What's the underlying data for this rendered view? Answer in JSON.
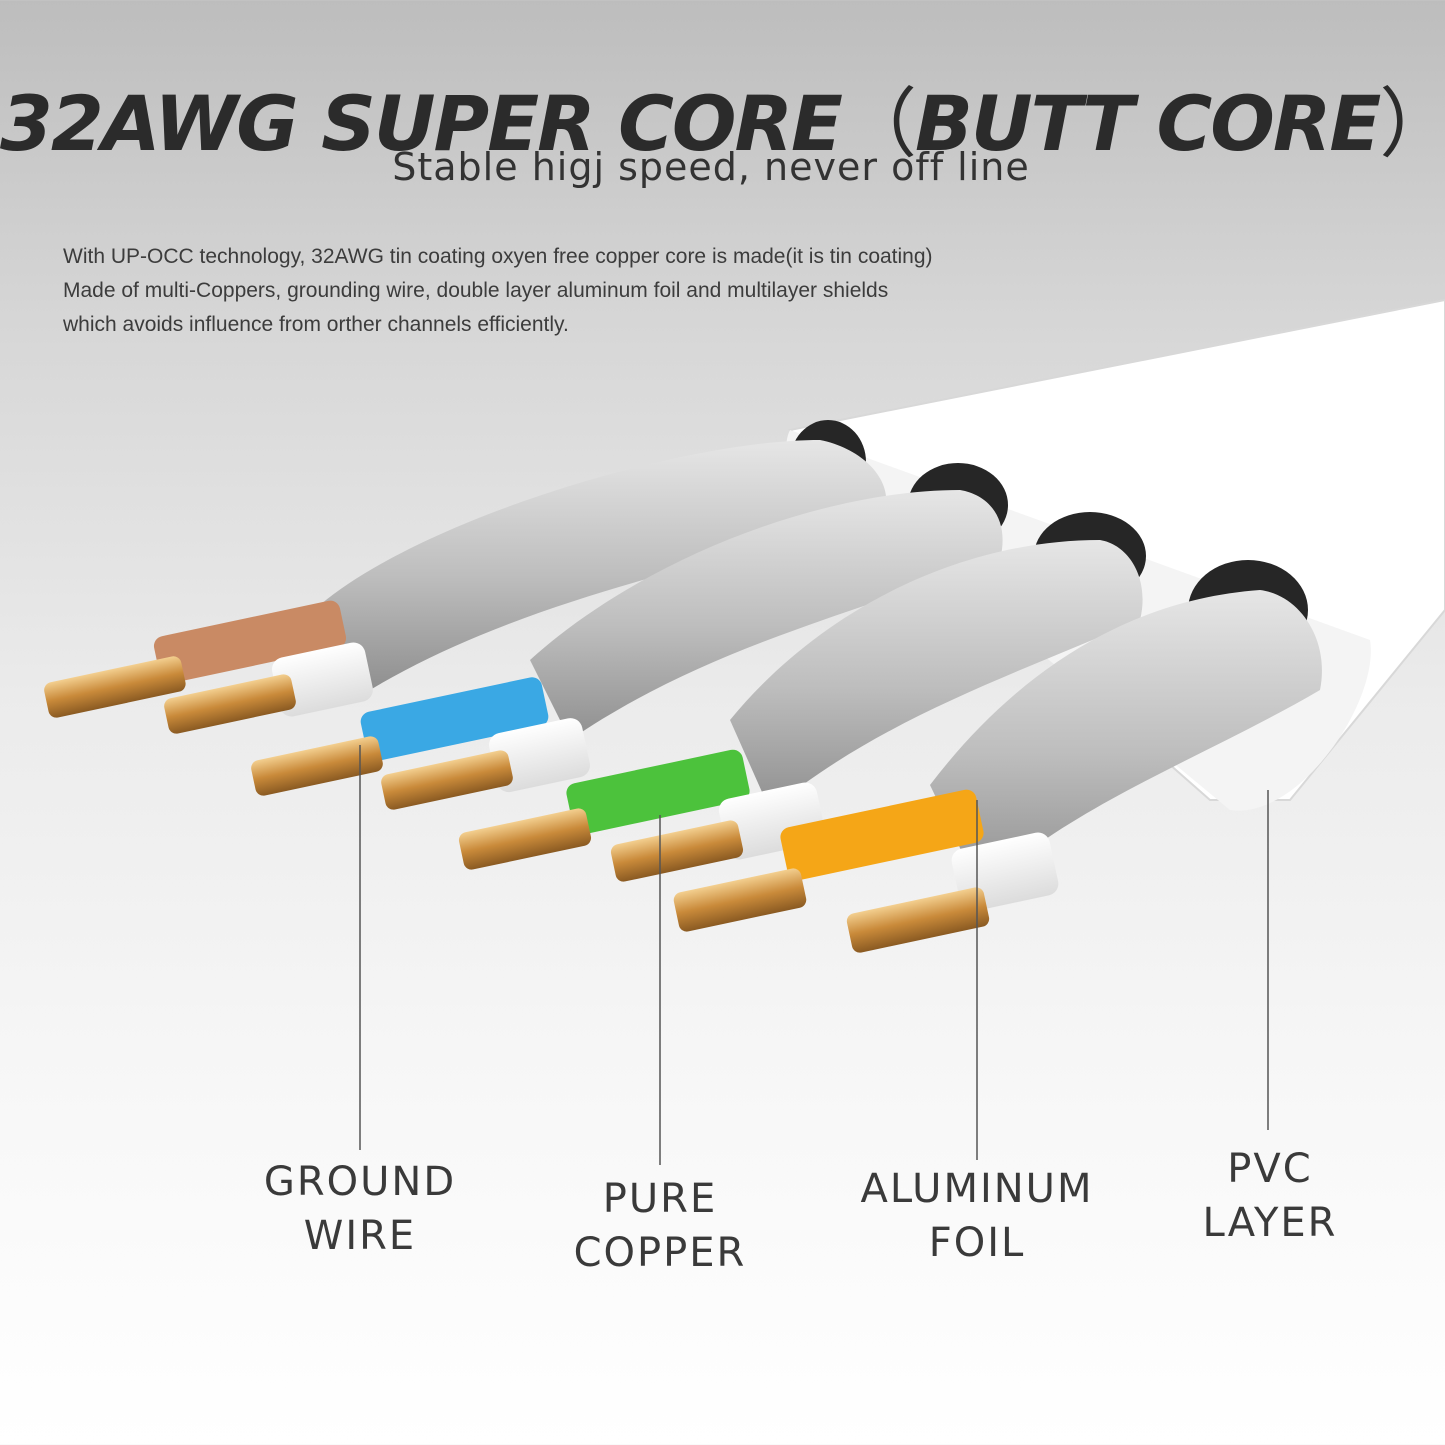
{
  "header": {
    "title_main": "32AWG SUPER CORE",
    "title_paren_open": "（",
    "title_paren_text": "BUTT CORE",
    "title_paren_close": "）",
    "subtitle": "Stable higj speed, never off line"
  },
  "description": {
    "lines": [
      "With UP-OCC technology, 32AWG tin coating oxyen free copper core is made(it is tin coating)",
      "Made of multi-Coppers, grounding wire, double layer aluminum foil and multilayer shields",
      "which avoids influence from orther channels efficiently."
    ]
  },
  "labels": [
    {
      "line1": "GROUND",
      "line2": "WIRE"
    },
    {
      "line1": "PURE",
      "line2": "COPPER"
    },
    {
      "line1": "ALUMINUM",
      "line2": "FOIL"
    },
    {
      "line1": "PVC",
      "line2": "LAYER"
    }
  ],
  "colors": {
    "pair1": "#c98a64",
    "pair2": "#3aa8e4",
    "pair3": "#4cc23c",
    "pair4": "#f5a617",
    "copper": "#d39a4b",
    "jacket": "#c9c9c9"
  }
}
